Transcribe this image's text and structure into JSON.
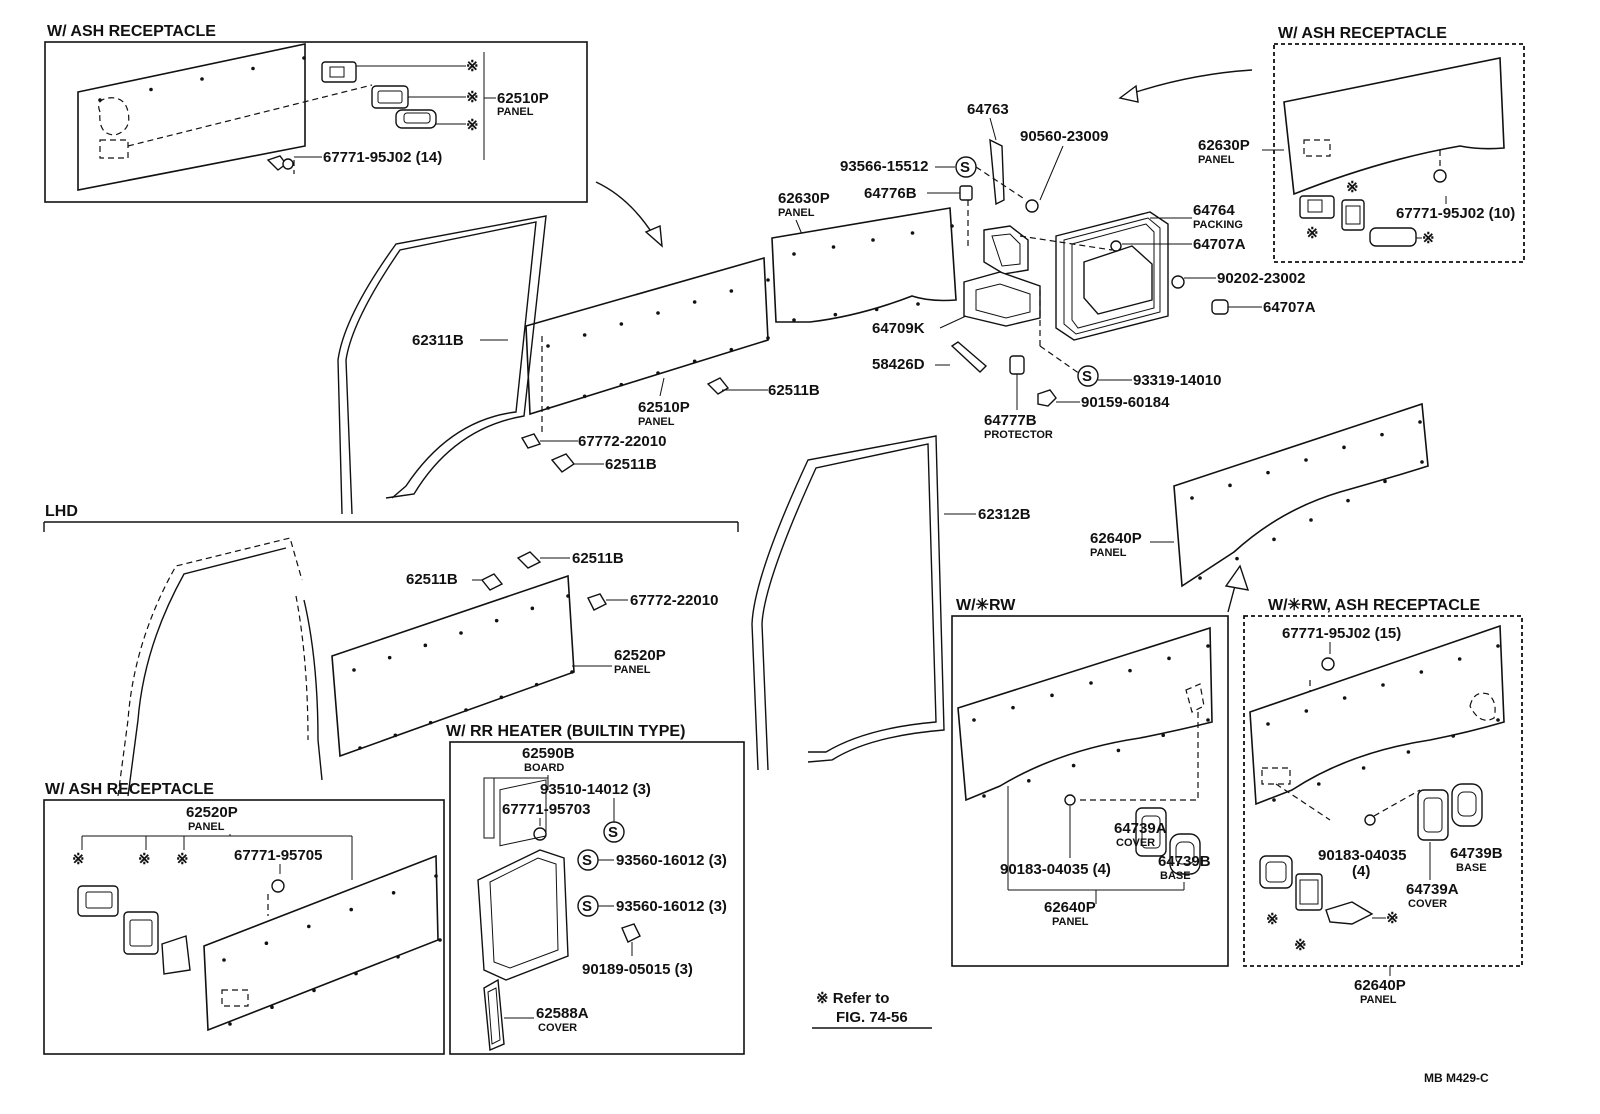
{
  "headings": {
    "ash_top_left": "W/ ASH RECEPTACLE",
    "ash_top_right": "W/ ASH RECEPTACLE",
    "lhd": "LHD",
    "ash_bottom_left": "W/ ASH RECEPTACLE",
    "rr_heater": "W/ RR HEATER (BUILTIN TYPE)",
    "rw": "W/✳RW",
    "rw_ash": "W/✳RW, ASH RECEPTACLE"
  },
  "asterisk": "※",
  "labels": {
    "p62510P_a": "62510P",
    "panel_a": "PANEL",
    "p6777195J02_14": "67771-95J02 (14)",
    "p64763": "64763",
    "p90560": "90560-23009",
    "p93566": "93566-15512",
    "p64776B": "64776B",
    "p62630P_mid": "62630P",
    "panel_mid630": "PANEL",
    "p64764": "64764",
    "packing": "PACKING",
    "p64707A_a": "64707A",
    "p90202": "90202-23002",
    "p64707A_b": "64707A",
    "p64709K": "64709K",
    "p58426D": "58426D",
    "p93319": "93319-14010",
    "p90159": "90159-60184",
    "p64777B": "64777B",
    "protector": "PROTECTOR",
    "p62311B": "62311B",
    "p62510P_b": "62510P",
    "panel_b": "PANEL",
    "p62511B_a": "62511B",
    "p67772_a": "67772-22010",
    "p62511B_b": "62511B",
    "p62630P_tr": "62630P",
    "panel_tr": "PANEL",
    "p6777195J02_10": "67771-95J02 (10)",
    "p62312B": "62312B",
    "p62640P_a": "62640P",
    "panel_640a": "PANEL",
    "p62511B_c": "62511B",
    "p62511B_d": "62511B",
    "p67772_b": "67772-22010",
    "p62520P_a": "62520P",
    "panel_520a": "PANEL",
    "p62520P_b": "62520P",
    "panel_520b": "PANEL",
    "p6777195705": "67771-95705",
    "p62590B": "62590B",
    "board": "BOARD",
    "p93510": "93510-14012 (3)",
    "p6777195703": "67771-95703",
    "p93560_a": "93560-16012 (3)",
    "p93560_b": "93560-16012 (3)",
    "p90189": "90189-05015 (3)",
    "p62588A": "62588A",
    "cover_588": "COVER",
    "refer_to": "※ Refer to",
    "fig": "FIG. 74-56",
    "p64739A_a": "64739A",
    "cover_a": "COVER",
    "p64739B_a": "64739B",
    "base_a": "BASE",
    "p90183_a": "90183-04035 (4)",
    "p62640P_b": "62640P",
    "panel_640b": "PANEL",
    "p6777195J02_15": "67771-95J02 (15)",
    "p90183_b": "90183-04035",
    "p90183_b_qty": "(4)",
    "p64739B_b": "64739B",
    "base_b": "BASE",
    "p64739A_b": "64739A",
    "cover_b": "COVER",
    "p62640P_c": "62640P",
    "panel_640c": "PANEL",
    "code": "MB  M429-C"
  },
  "symbols": {
    "s": "S"
  }
}
